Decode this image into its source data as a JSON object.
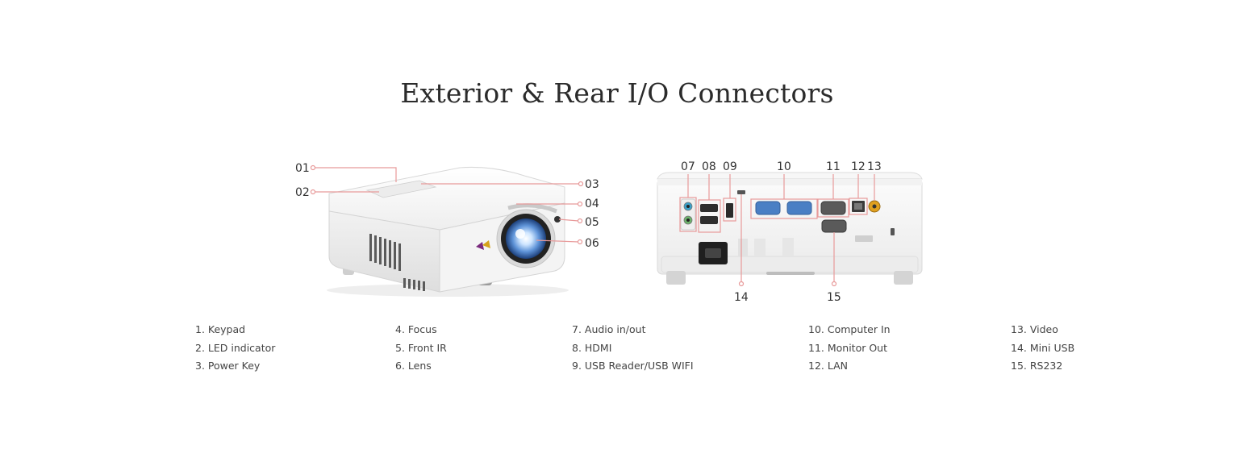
{
  "title": "Exterior & Rear I/O Connectors",
  "colors": {
    "accent": "#e89a9a",
    "text": "#333333"
  },
  "callouts": {
    "c01": "01",
    "c02": "02",
    "c03": "03",
    "c04": "04",
    "c05": "05",
    "c06": "06",
    "c07": "07",
    "c08": "08",
    "c09": "09",
    "c10": "10",
    "c11": "11",
    "c12": "12",
    "c13": "13",
    "c14": "14",
    "c15": "15"
  },
  "legend": [
    [
      "1. Keypad",
      "2. LED indicator",
      "3. Power Key"
    ],
    [
      "4. Focus",
      "5. Front IR",
      "6. Lens"
    ],
    [
      "7. Audio in/out",
      "8. HDMI",
      "9. USB Reader/USB WIFI"
    ],
    [
      "10. Computer In",
      "11. Monitor Out",
      "12. LAN"
    ],
    [
      "13. Video",
      "14. Mini USB",
      "15. RS232"
    ]
  ]
}
